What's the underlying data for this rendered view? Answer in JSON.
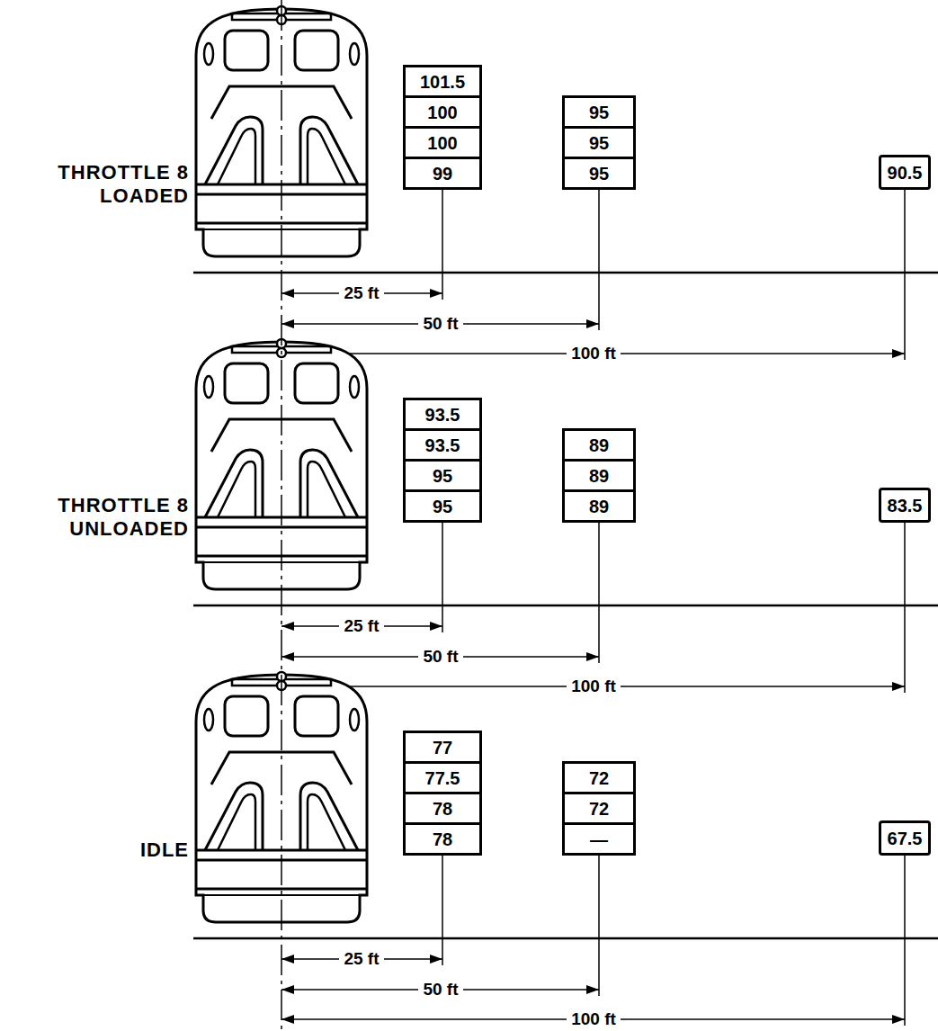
{
  "diagram": {
    "nodes": [
      {
        "text": [
          "101.5"
        ]
      },
      {
        "text": [
          "100"
        ]
      },
      {
        "text": [
          "100"
        ]
      },
      {
        "text": [
          "99"
        ]
      },
      {
        "text": [
          "95"
        ]
      },
      {
        "text": [
          "95"
        ]
      },
      {
        "text": [
          "95"
        ]
      },
      {
        "text": [
          "90.5"
        ]
      },
      {
        "text": [
          "93.5"
        ]
      },
      {
        "text": [
          "93.5"
        ]
      },
      {
        "text": [
          "95"
        ]
      },
      {
        "text": [
          "95"
        ]
      },
      {
        "text": [
          "89"
        ]
      },
      {
        "text": [
          "89"
        ]
      },
      {
        "text": [
          "89"
        ]
      },
      {
        "text": [
          "83.5"
        ]
      },
      {
        "text": [
          "77"
        ]
      },
      {
        "text": [
          "77.5"
        ]
      },
      {
        "text": [
          "78"
        ]
      },
      {
        "text": [
          "78"
        ]
      },
      {
        "text": [
          "72"
        ]
      },
      {
        "text": [
          "72"
        ]
      },
      {
        "text": [
          "—"
        ]
      },
      {
        "text": [
          "67.5"
        ]
      }
    ],
    "labels": [
      "THROTTLE 8 LOADED",
      "25 ft",
      "50 ft",
      "100 ft",
      "THROTTLE 8 UNLOADED",
      "25 ft",
      "50 ft",
      "100 ft",
      "IDLE",
      "25 ft",
      "50 ft",
      "100 ft"
    ]
  }
}
